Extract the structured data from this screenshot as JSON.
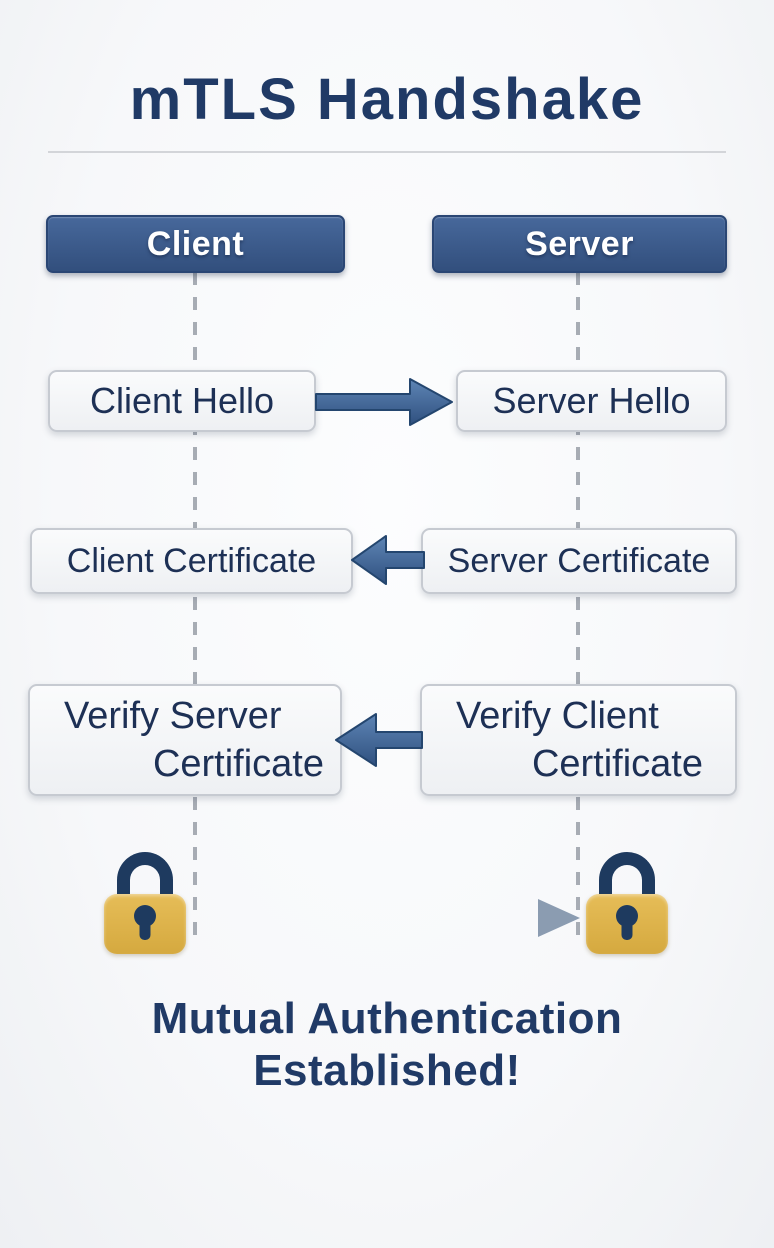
{
  "title": "mTLS Handshake",
  "actors": [
    {
      "label": "Client"
    },
    {
      "label": "Server"
    }
  ],
  "rows": [
    {
      "left": "Client Hello",
      "right": "Server Hello",
      "direction": "right"
    },
    {
      "left": "Client Certificate",
      "right": "Server Certificate",
      "direction": "left"
    },
    {
      "left_lines": [
        "Verify Server",
        "Certificate"
      ],
      "right_lines": [
        "Verify Client",
        "Certificate"
      ],
      "direction": "left"
    }
  ],
  "footer": {
    "lines": [
      "Mutual Authentication",
      "Established!"
    ]
  },
  "icons": {
    "left_lock": "lock-icon",
    "right_lock": "lock-icon",
    "mutual_arrow": "right-arrow-icon"
  },
  "colors": {
    "navy_text": "#203a66",
    "header_fill_top": "#47689b",
    "header_fill_bottom": "#324f7d",
    "header_border": "#2a4674",
    "box_fill": "#f4f5f7",
    "box_border": "#c6cad1",
    "box_text": "#1d3055",
    "arrow_blue_top": "#5e85b5",
    "arrow_blue_bottom": "#2f507f",
    "arrow_blue_border": "#24466f",
    "dashed_line": "#a7acb4",
    "divider": "#d3d5d9",
    "lock_gold": "#dfb44e",
    "lock_navy": "#1e3a5f",
    "mutual_arrow": "#8b9cb1",
    "background": "#f7f8fa"
  }
}
